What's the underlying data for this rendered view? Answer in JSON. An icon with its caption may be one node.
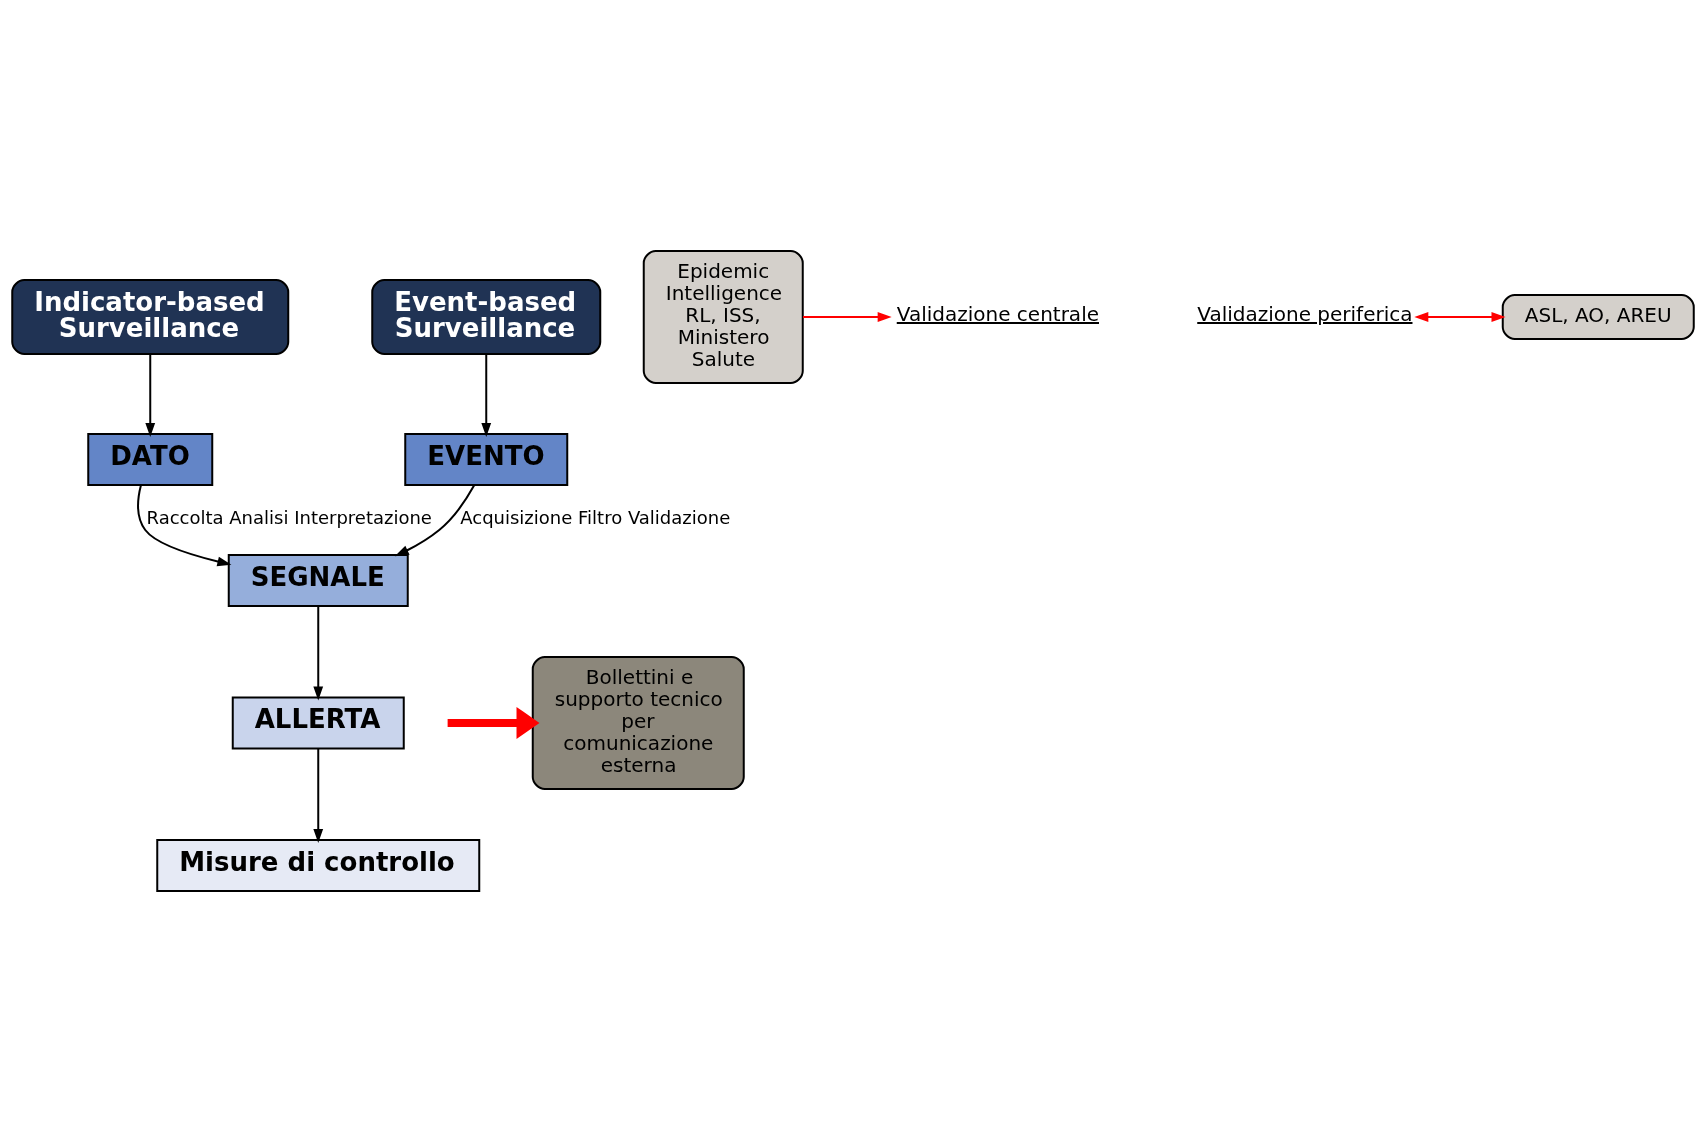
{
  "diagram": {
    "nodes": [
      {
        "text": [
          "Indicator-based Surveillance"
        ]
      },
      {
        "text": [
          "Event-based Surveillance"
        ]
      },
      {
        "text": [
          "DATO"
        ]
      },
      {
        "text": [
          "EVENTO"
        ]
      },
      {
        "text": [
          "SEGNALE"
        ]
      },
      {
        "text": [
          "Epidemic Intelligence RL, ISS, Ministero Salute"
        ]
      },
      {
        "text": [
          "Validazione centrale"
        ]
      },
      {
        "text": [
          "Validazione periferica"
        ]
      },
      {
        "text": [
          "ASL, AO, AREU"
        ]
      },
      {
        "text": [
          "ALLERTA"
        ]
      },
      {
        "text": [
          "Bollettini e supporto tecnico per comunicazione esterna"
        ]
      },
      {
        "text": [
          "Misure di controllo"
        ]
      }
    ],
    "edges": [
      {
        "from": 0,
        "to": 2,
        "arrow": "to"
      },
      {
        "from": 1,
        "to": 3,
        "arrow": "to"
      },
      {
        "from": 2,
        "to": 4,
        "arrow": "to",
        "label": "Raccolta Analisi Interpretazione"
      },
      {
        "from": 3,
        "to": 4,
        "arrow": "to",
        "label": "Acquisizione Filtro Validazione"
      },
      {
        "from": 4,
        "to": 9,
        "arrow": "to"
      },
      {
        "from": 5,
        "to": 6,
        "arrow": "to",
        "color": "#ff0000"
      },
      {
        "from": 7,
        "to": 8,
        "arrow": "both",
        "color": "#ff0000"
      },
      {
        "from": 9,
        "to": 11,
        "arrow": "to"
      },
      {
        "from": null,
        "to": 10,
        "arrow": "to",
        "style": "thick",
        "color": "#ff0000"
      }
    ]
  }
}
